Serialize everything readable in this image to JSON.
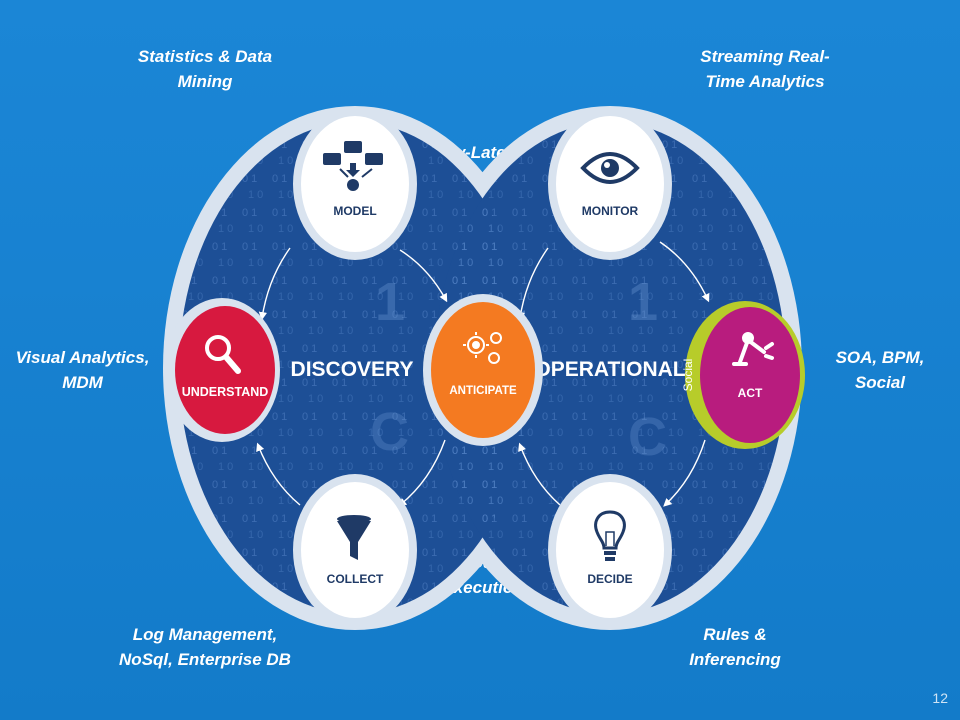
{
  "annotations": {
    "top_left": "Statistics & Data\nMining",
    "top_right": "Streaming Real-\nTime Analytics",
    "top_center": "Low-Latency\nMessaging",
    "mid_left": "Visual Analytics,\nMDM",
    "mid_right": "SOA, BPM,\nSocial",
    "bottom_center": "Real-Time\nModel\nExecution",
    "bottom_left": "Log Management,\nNoSql, Enterprise DB",
    "bottom_right": "Rules &\nInferencing"
  },
  "cycles": {
    "left": "DISCOVERY",
    "right": "OPERATIONAL"
  },
  "nodes": {
    "model": "MODEL",
    "monitor": "MONITOR",
    "understand": "UNDERSTAND",
    "anticipate": "ANTICIPATE",
    "act": "ACT",
    "social": "Social",
    "collect": "COLLECT",
    "decide": "DECIDE"
  },
  "page_number": "12",
  "colors": {
    "background": "#1680d0",
    "ring": "#d9e3ef",
    "cycle_fill": "#1d4f96",
    "understand": "#d7193f",
    "anticipate": "#f47a21",
    "act": "#b81c7e",
    "social": "#b7cc2a",
    "node_text": "#1f3a66"
  },
  "icons": {
    "model": "flowchart-icon",
    "monitor": "eye-icon",
    "understand": "magnifier-icon",
    "anticipate": "target-icon",
    "act": "robot-arm-icon",
    "collect": "funnel-icon",
    "decide": "lightbulb-icon"
  }
}
